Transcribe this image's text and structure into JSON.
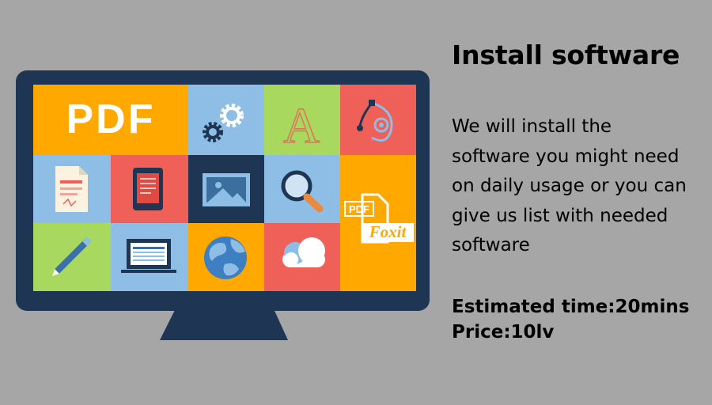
{
  "panel": {
    "title": "Install software",
    "description_lines": [
      "We will install the",
      "software you might need",
      "on daily usage or you can",
      "give us list with needed",
      "software"
    ],
    "estimated_time": "Estimated time:20mins",
    "price": "Price:10lv"
  },
  "monitor": {
    "tiles": [
      {
        "icon": "pdf-text-icon",
        "label": "PDF",
        "color": "#ffa800"
      },
      {
        "icon": "gears-icon",
        "color": "#8ebde6"
      },
      {
        "icon": "font-letter-icon",
        "label": "A",
        "color": "#a8d85e"
      },
      {
        "icon": "vector-pen-icon",
        "color": "#ef6058"
      },
      {
        "icon": "document-icon",
        "color": "#8ebde6"
      },
      {
        "icon": "tablet-icon",
        "color": "#ef6058"
      },
      {
        "icon": "image-icon",
        "color": "#1e3654"
      },
      {
        "icon": "magnifier-icon",
        "color": "#8ebde6"
      },
      {
        "icon": "foxit-logo-icon",
        "label": "PDF",
        "logo_text": "Foxit",
        "color": "#ffa800"
      },
      {
        "icon": "pencil-icon",
        "color": "#a8d85e"
      },
      {
        "icon": "laptop-icon",
        "color": "#8ebde6"
      },
      {
        "icon": "globe-icon",
        "color": "#ffa800"
      },
      {
        "icon": "cloud-icon",
        "color": "#ef6058"
      }
    ],
    "colors": {
      "frame": "#1e3654",
      "orange": "#ffa800",
      "blue": "#8ebde6",
      "green": "#a8d85e",
      "red": "#ef6058"
    }
  }
}
